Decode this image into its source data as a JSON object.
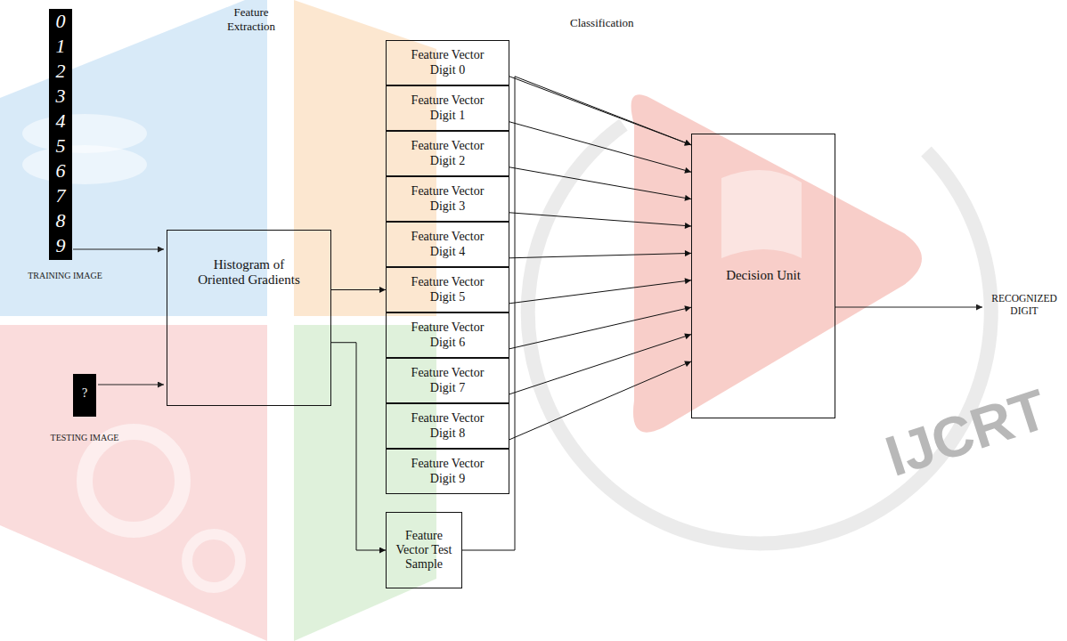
{
  "diagram": {
    "nodes": [
      {
        "text": [
          "Histogram of Oriented Gradients"
        ]
      },
      {
        "text": [
          "Feature Vector Digit 0"
        ]
      },
      {
        "text": [
          "Feature Vector Digit 1"
        ]
      },
      {
        "text": [
          "Feature Vector Digit 2"
        ]
      },
      {
        "text": [
          "Feature Vector Digit 3"
        ]
      },
      {
        "text": [
          "Feature Vector Digit 4"
        ]
      },
      {
        "text": [
          "Feature Vector Digit 5"
        ]
      },
      {
        "text": [
          "Feature Vector Digit 6"
        ]
      },
      {
        "text": [
          "Feature Vector Digit 7"
        ]
      },
      {
        "text": [
          "Feature Vector Digit 8"
        ]
      },
      {
        "text": [
          "Feature Vector Digit 9"
        ]
      },
      {
        "text": [
          "Feature Vector Test Sample"
        ]
      },
      {
        "text": [
          "Decision Unit"
        ]
      }
    ],
    "edges": [
      {
        "from": 0,
        "to": 6,
        "arrow": "to"
      },
      {
        "from": 0,
        "to": 11,
        "arrow": "to"
      },
      {
        "from": 1,
        "to": 12,
        "arrow": "to"
      },
      {
        "from": 2,
        "to": 12,
        "arrow": "to"
      },
      {
        "from": 3,
        "to": 12,
        "arrow": "to"
      },
      {
        "from": 4,
        "to": 12,
        "arrow": "to"
      },
      {
        "from": 5,
        "to": 12,
        "arrow": "to"
      },
      {
        "from": 6,
        "to": 12,
        "arrow": "to"
      },
      {
        "from": 7,
        "to": 12,
        "arrow": "to"
      },
      {
        "from": 8,
        "to": 12,
        "arrow": "to"
      },
      {
        "from": 9,
        "to": 12,
        "arrow": "to"
      },
      {
        "from": 11,
        "to": 12,
        "arrow": "to"
      }
    ],
    "labels": [
      "Feature Extraction",
      "Classification",
      "0",
      "1",
      "2",
      "3",
      "4",
      "5",
      "6",
      "7",
      "8",
      "9",
      "TRAINING IMAGE",
      "?",
      "TESTING IMAGE",
      "RECOGNIZED DIGIT",
      "IJCRT"
    ]
  }
}
